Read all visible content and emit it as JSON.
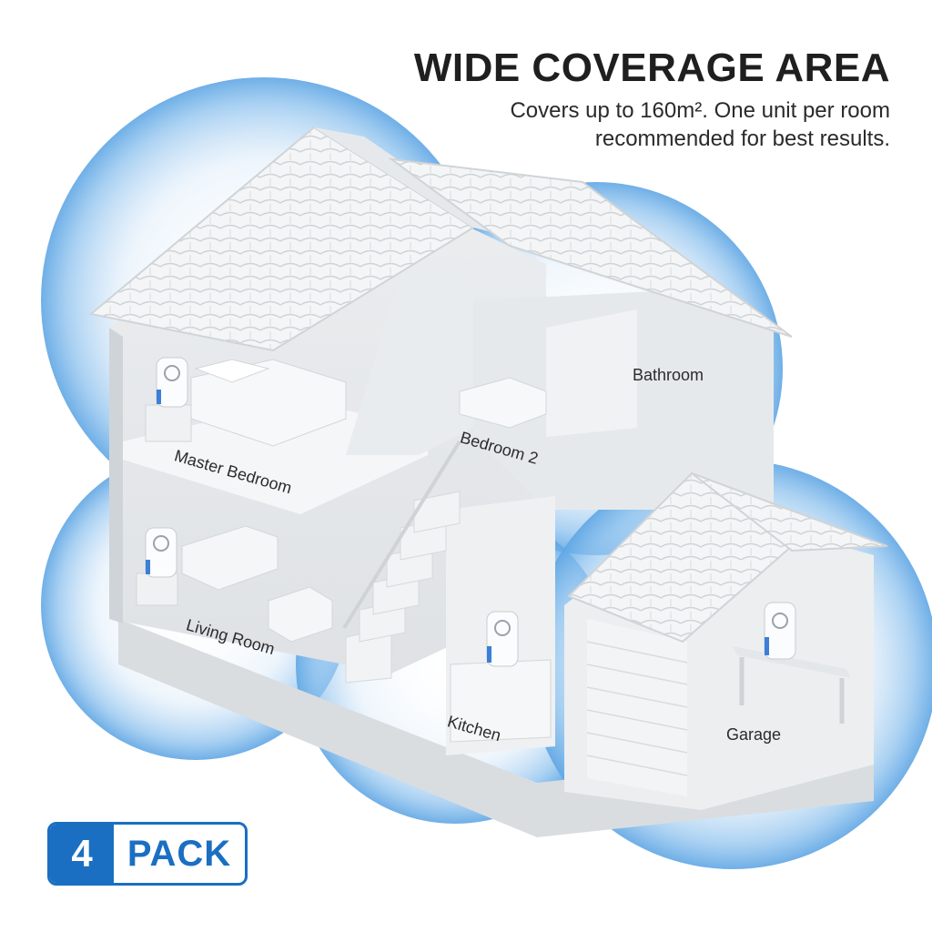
{
  "header": {
    "title": "WIDE COVERAGE AREA",
    "subtitle_line1": "Covers up to 160m². One unit per room",
    "subtitle_line2": "recommended for best results."
  },
  "rooms": {
    "master_bedroom": "Master Bedroom",
    "bedroom_2": "Bedroom 2",
    "bathroom": "Bathroom",
    "living_room": "Living Room",
    "kitchen": "Kitchen",
    "garage": "Garage"
  },
  "badge": {
    "number": "4",
    "label": "PACK"
  },
  "colors": {
    "brand_blue": "#1a6fc2",
    "coverage_blue": "#7fb8e8"
  }
}
